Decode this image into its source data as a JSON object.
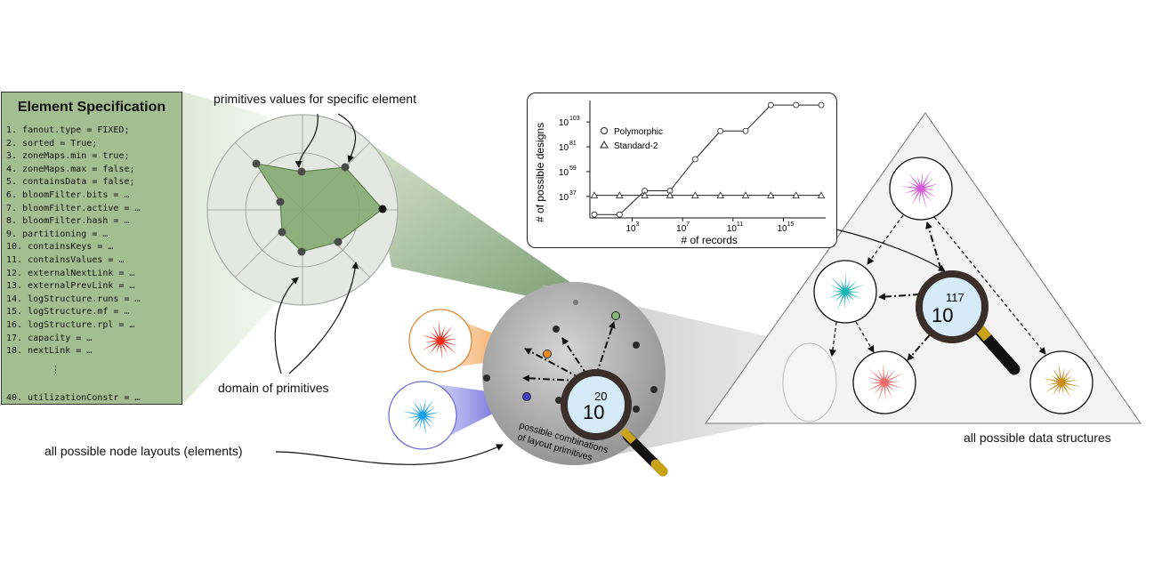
{
  "spec": {
    "title": "Element Specification",
    "items": [
      "1. fanout.type = FIXED;",
      "2. sorted = True;",
      "3. zoneMaps.min = true;",
      "4. zoneMaps.max = false;",
      "5. containsData = false;",
      "6. bloomFilter.bits = …",
      "7. bloomFilter.active = …",
      "8. bloomFilter.hash = …",
      "9. partitioning = …",
      "10. containsKeys = …",
      "11. containsValues = …",
      "12. externalNextLink = …",
      "13. externalPrevLink = …",
      "14. logStructure.runs = …",
      "15. logStructure.mf = …",
      "16. logStructure.rpl = …",
      "17. capacity = …",
      "18. nextLink = …"
    ],
    "ellipsis": "⋮",
    "last": "40. utilizationConstr = …"
  },
  "labels": {
    "primitives_values": "primitives values for specific element",
    "domain": "domain of primitives",
    "node_layouts": "all possible node layouts (elements)",
    "data_structures": "all possible data structures",
    "combinations_line1": "possible combinations",
    "combinations_line2": "of layout primitives"
  },
  "magnifiers": {
    "small": {
      "base": "10",
      "exp": "20"
    },
    "large": {
      "base": "10",
      "exp": "117"
    }
  },
  "colors": {
    "spec_bg": "#a3be91",
    "radar_fill": "#7fa66a",
    "orange": "#f08a1c",
    "blue": "#5b5bd6",
    "magenta": "#d35bd8",
    "cyan": "#1bb5b5",
    "salmon": "#f26b6b",
    "gold": "#c78a10",
    "red": "#ee2a1a",
    "sky": "#1ea0ea"
  },
  "chart_data": {
    "type": "line",
    "xlabel": "# of records",
    "ylabel": "# of possible designs",
    "x_ticks": [
      {
        "base": "10",
        "exp": "3"
      },
      {
        "base": "10",
        "exp": "7"
      },
      {
        "base": "10",
        "exp": "11"
      },
      {
        "base": "10",
        "exp": "15"
      }
    ],
    "y_ticks": [
      {
        "base": "10",
        "exp": "37"
      },
      {
        "base": "10",
        "exp": "59"
      },
      {
        "base": "10",
        "exp": "81"
      },
      {
        "base": "10",
        "exp": "103"
      }
    ],
    "x_log10": [
      0,
      2,
      4,
      6,
      8,
      10,
      12,
      14,
      16,
      18
    ],
    "series": [
      {
        "name": "Polymorphic",
        "marker": "circle",
        "y_log10": [
          21,
          21,
          42,
          42,
          70,
          95,
          95,
          118,
          118,
          118
        ]
      },
      {
        "name": "Standard-2",
        "marker": "triangle",
        "y_log10": [
          38,
          38,
          38,
          38,
          38,
          38,
          38,
          38,
          38,
          38
        ]
      }
    ],
    "legend": "top-left"
  }
}
